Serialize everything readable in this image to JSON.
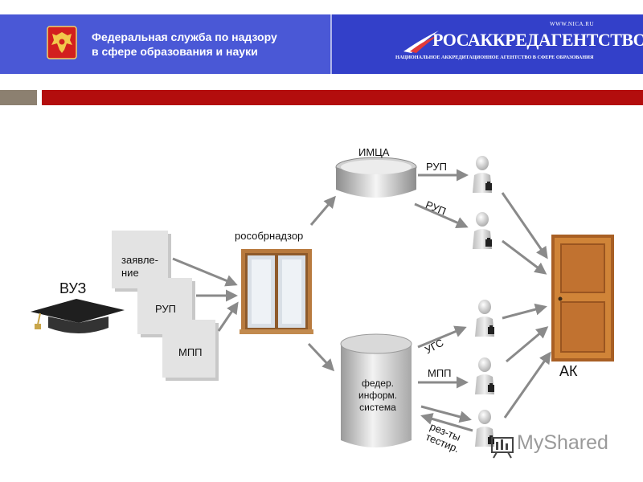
{
  "header": {
    "agency_line1": "Федеральная служба по надзору",
    "agency_line2": "в сфере образования и науки",
    "partner_url": "WWW.NICA.RU",
    "partner_name": "РОСАККРЕДАГЕНТСТВО",
    "partner_subtitle": "НАЦИОНАЛЬНОЕ АККРЕДИТАЦИОННОЕ АГЕНТСТВО В СФЕРЕ ОБРАЗОВАНИЯ"
  },
  "diagram": {
    "vuz": "ВУЗ",
    "doc_application_line1": "заявле-",
    "doc_application_line2": "ние",
    "doc_rup": "РУП",
    "doc_mpp": "МПП",
    "rosobrnadzor": "рособрнадзор",
    "imca": "ИМЦА",
    "arrow_rup_1": "РУП",
    "arrow_rup_2": "РУП",
    "db_line1": "федер.",
    "db_line2": "информ.",
    "db_line3": "система",
    "arrow_ugs": "УГС",
    "arrow_mpp": "МПП",
    "arrow_results_line1": "рез-ты",
    "arrow_results_line2": "тестир.",
    "ak": "АК"
  },
  "watermark": "MyShared",
  "colors": {
    "header_left": "#4a58d6",
    "header_right": "#3340c9",
    "red_bar": "#b30d0d",
    "arrow": "#8a8a8a",
    "door": "#c8782f"
  }
}
